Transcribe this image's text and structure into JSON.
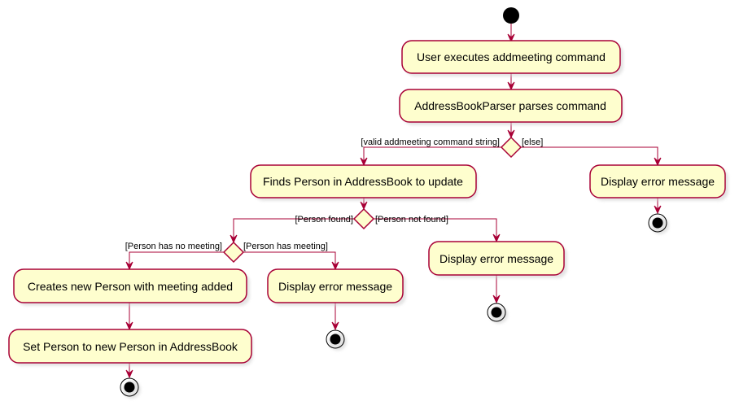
{
  "colors": {
    "activity_fill": "#FEFECE",
    "border": "#A80036",
    "node": "#000000"
  },
  "actions": {
    "user_executes": "User executes addmeeting command",
    "parser_parses": "AddressBookParser parses command",
    "finds_person": "Finds Person in AddressBook to update",
    "error_invalid": "Display error message",
    "error_not_found": "Display error message",
    "creates_person": "Creates new Person with meeting added",
    "error_has_meeting": "Display error message",
    "set_person": "Set Person to new Person in AddressBook"
  },
  "guards": {
    "valid_command": "[valid addmeeting command string]",
    "else": "[else]",
    "person_found": "[Person found]",
    "person_not_found": "[Person not found]",
    "no_meeting": "[Person has no meeting]",
    "has_meeting": "[Person has meeting]"
  }
}
